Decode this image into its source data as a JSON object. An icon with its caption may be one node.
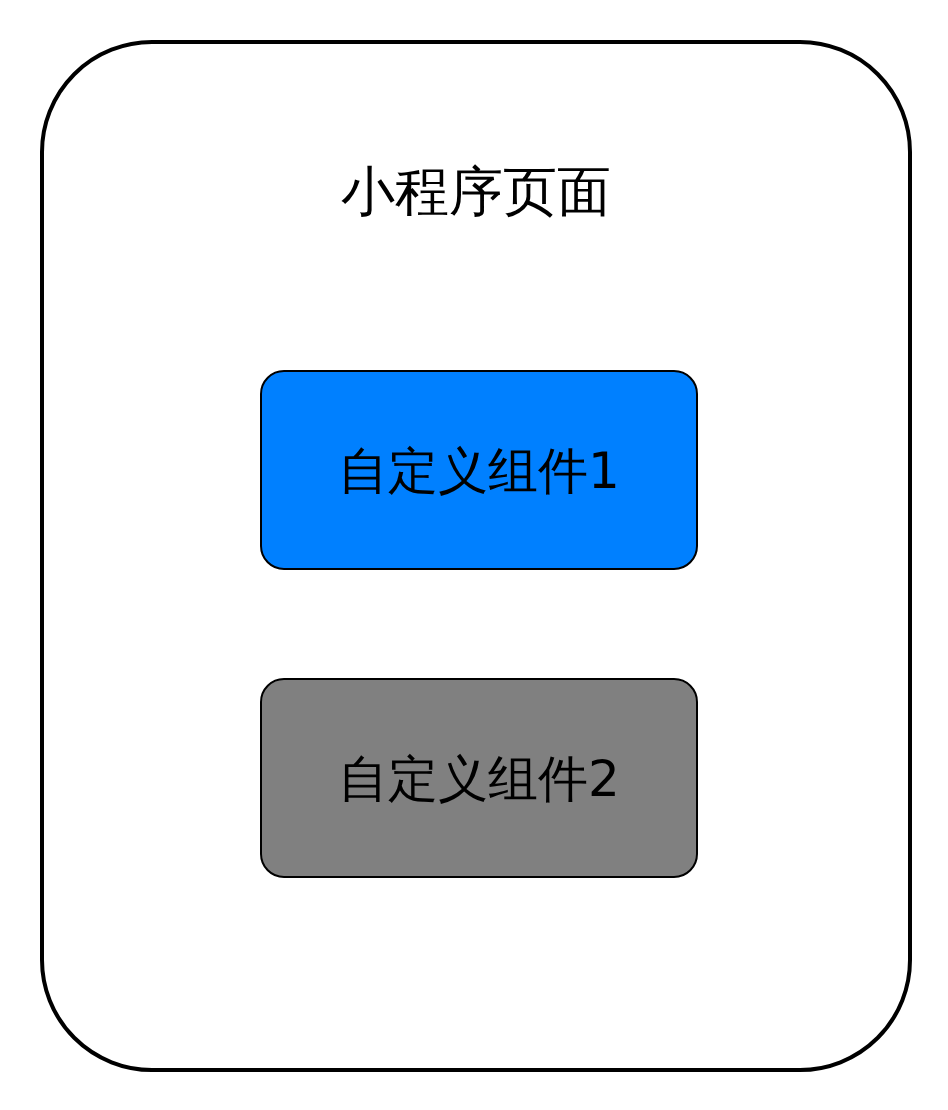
{
  "diagram": {
    "nodes": [
      {
        "text": [
          "小程序页面"
        ]
      },
      {
        "text": [
          "自定义组件1"
        ],
        "in": 0
      },
      {
        "text": [
          "自定义组件2"
        ],
        "in": 0
      }
    ]
  }
}
